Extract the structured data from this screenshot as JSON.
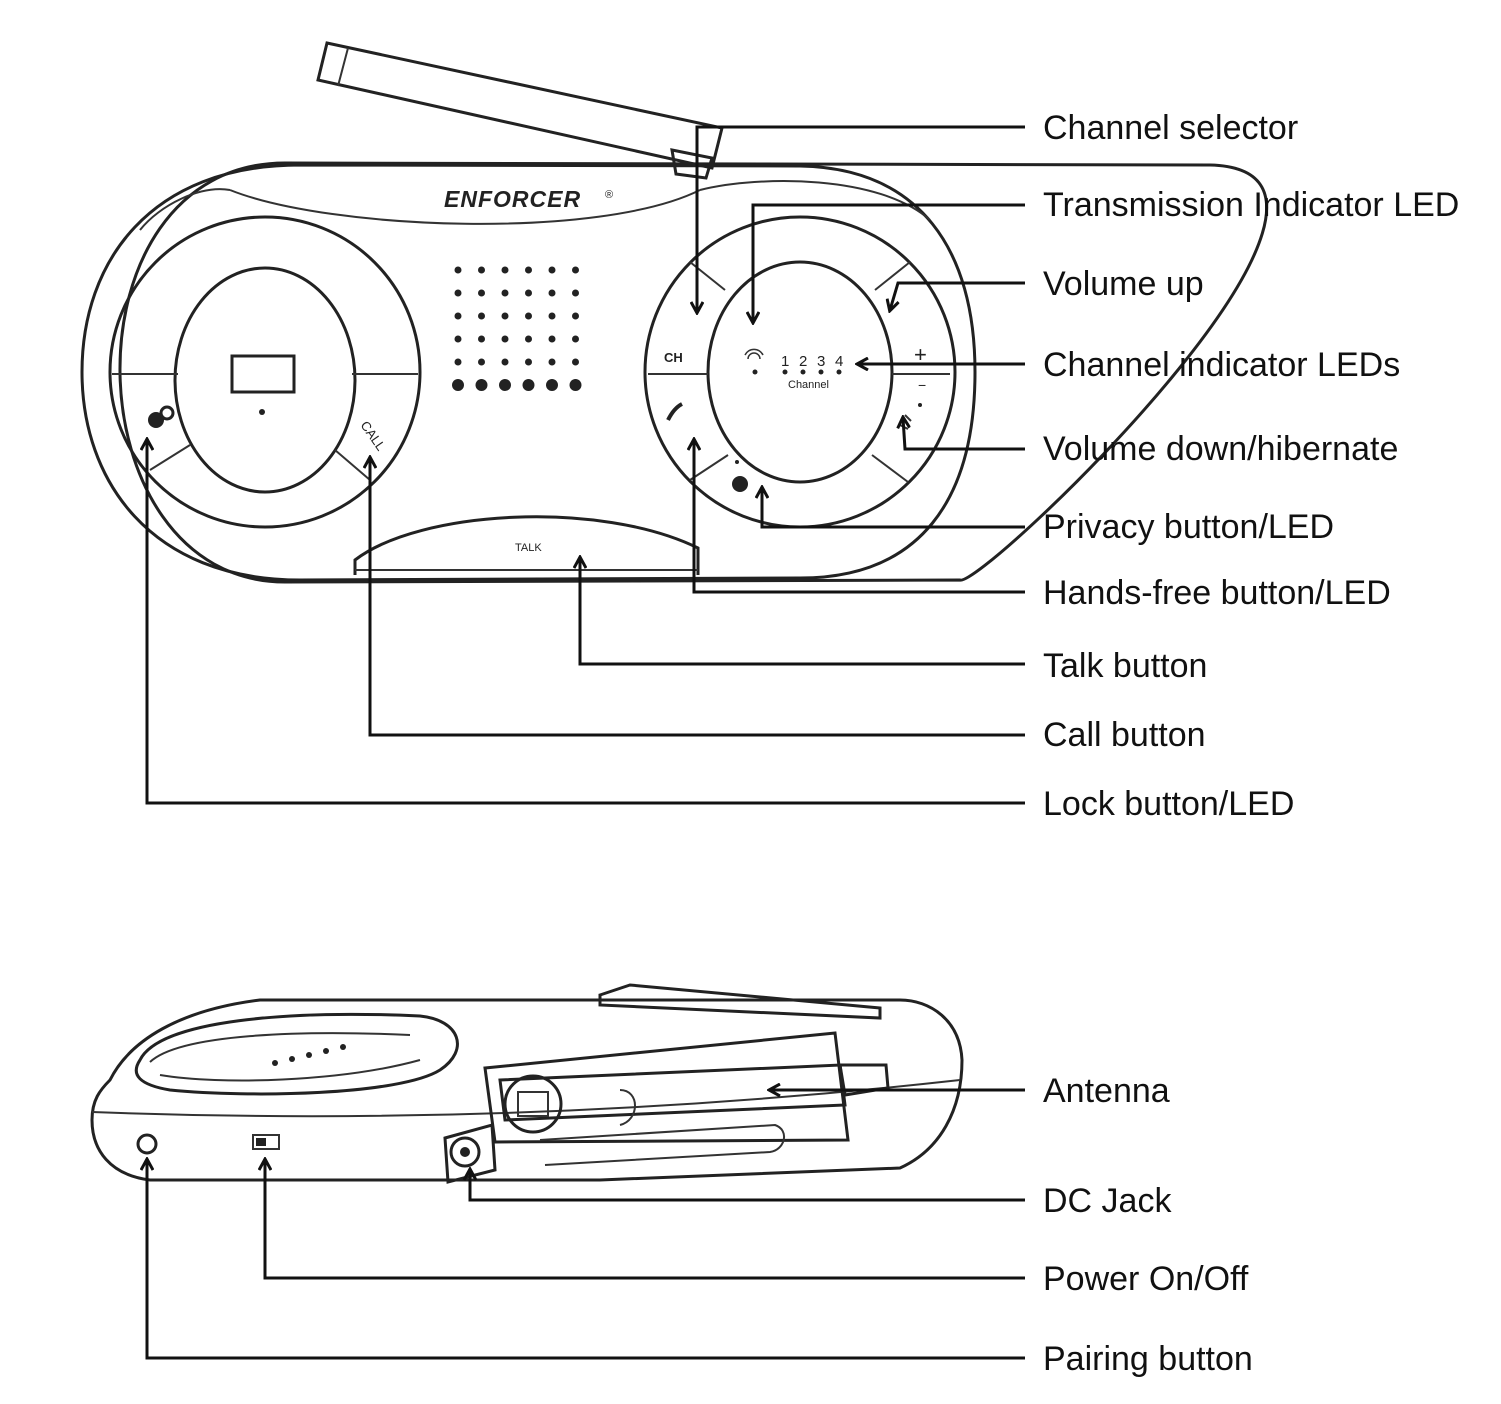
{
  "device": {
    "brand": "ENFORCER",
    "brand_mark": "®",
    "channel_label": "Channel",
    "channel_numbers": [
      "1",
      "2",
      "3",
      "4"
    ],
    "call_label": "CALL",
    "talk_label": "TALK",
    "ch_label": "CH",
    "plus_label": "+",
    "minus_label": "−"
  },
  "callouts_front": [
    {
      "id": "channel-selector",
      "label": "Channel selector"
    },
    {
      "id": "transmission-led",
      "label": "Transmission Indicator LED"
    },
    {
      "id": "volume-up",
      "label": "Volume up"
    },
    {
      "id": "channel-leds",
      "label": "Channel indicator LEDs"
    },
    {
      "id": "volume-down",
      "label": "Volume down/hibernate"
    },
    {
      "id": "privacy",
      "label": "Privacy button/LED"
    },
    {
      "id": "hands-free",
      "label": "Hands-free button/LED"
    },
    {
      "id": "talk",
      "label": "Talk button"
    },
    {
      "id": "call",
      "label": "Call button"
    },
    {
      "id": "lock",
      "label": "Lock button/LED"
    }
  ],
  "callouts_side": [
    {
      "id": "antenna",
      "label": "Antenna"
    },
    {
      "id": "dc-jack",
      "label": "DC Jack"
    },
    {
      "id": "power",
      "label": "Power On/Off"
    },
    {
      "id": "pairing",
      "label": "Pairing button"
    }
  ]
}
